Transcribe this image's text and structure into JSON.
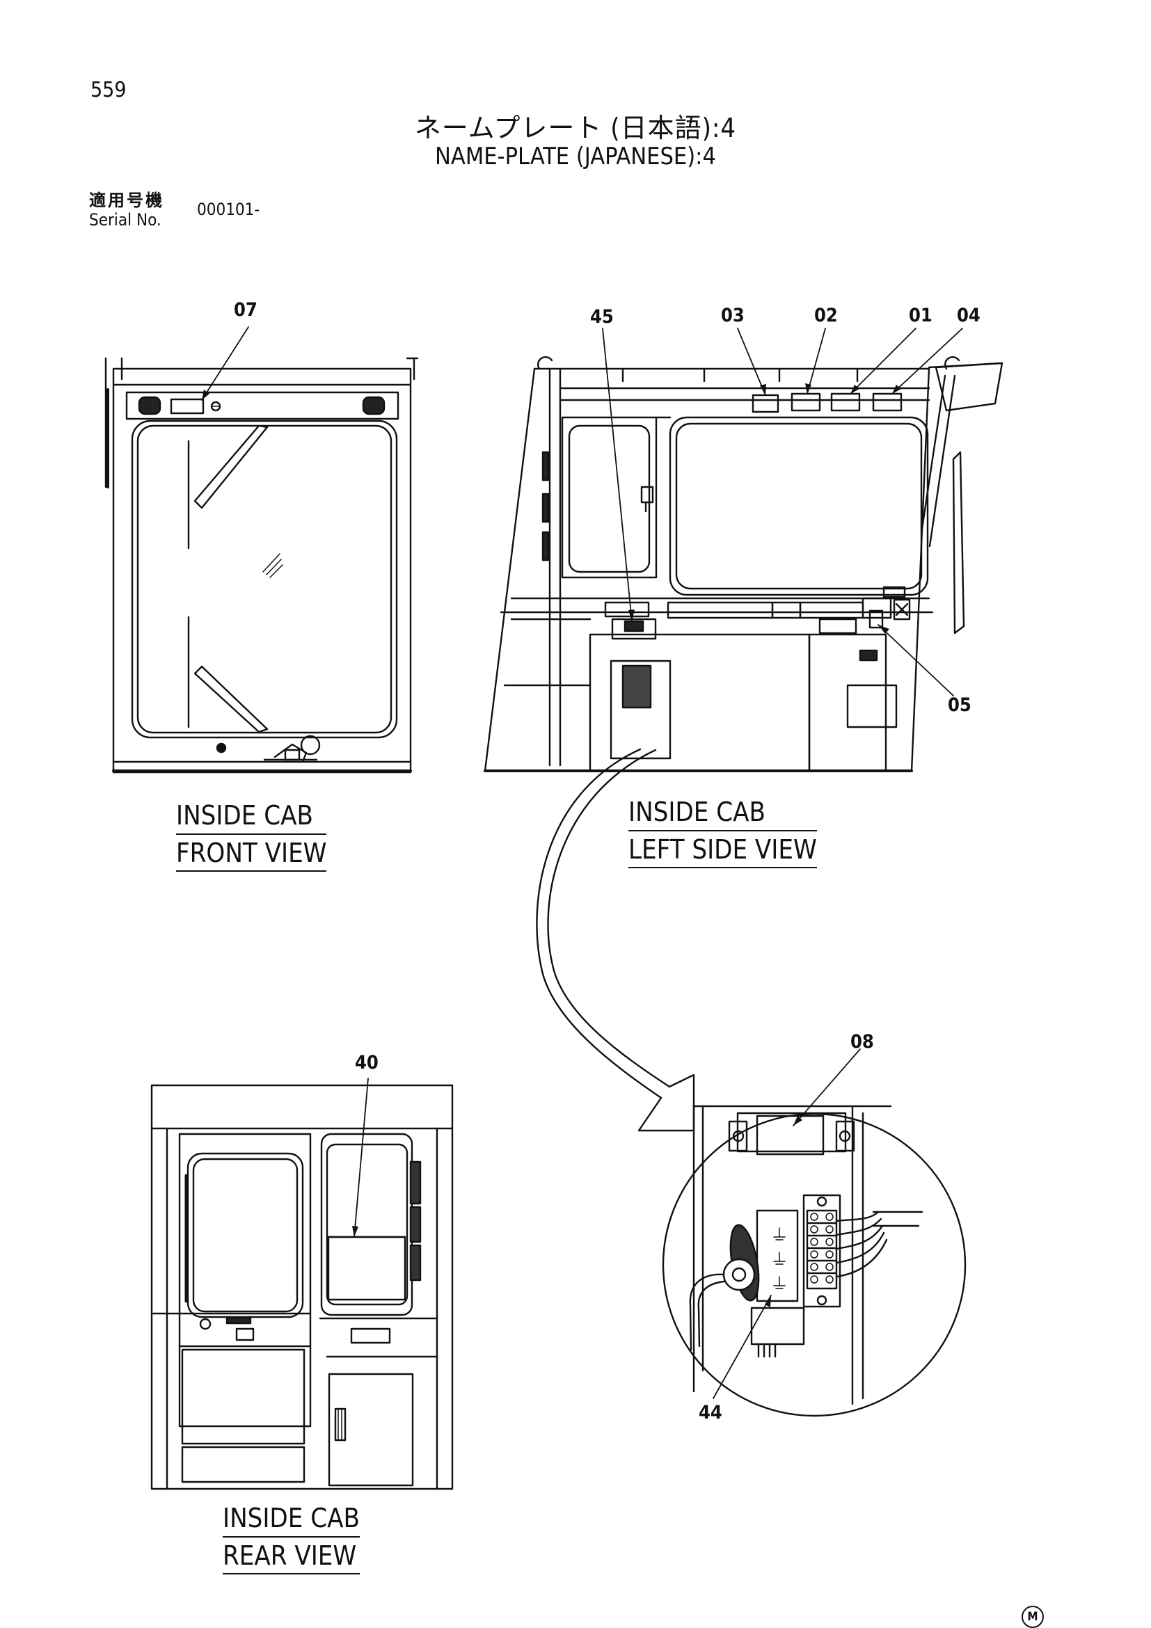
{
  "page_number": "559",
  "title_jp": "ネームプレート (日本語):4",
  "title_en": "NAME-PLATE (JAPANESE):4",
  "serial": {
    "label_jp": "適用号機",
    "label_en": "Serial No.",
    "value": "000101-"
  },
  "views": {
    "front": {
      "line1": "INSIDE CAB",
      "line2": "FRONT VIEW"
    },
    "left": {
      "line1": "INSIDE CAB",
      "line2": "LEFT SIDE VIEW"
    },
    "rear": {
      "line1": "INSIDE CAB",
      "line2": "REAR VIEW"
    }
  },
  "callouts": {
    "c07": "07",
    "c45": "45",
    "c03": "03",
    "c02": "02",
    "c01": "01",
    "c04": "04",
    "c05": "05",
    "c40": "40",
    "c08": "08",
    "c44": "44"
  },
  "corner_mark": "M"
}
